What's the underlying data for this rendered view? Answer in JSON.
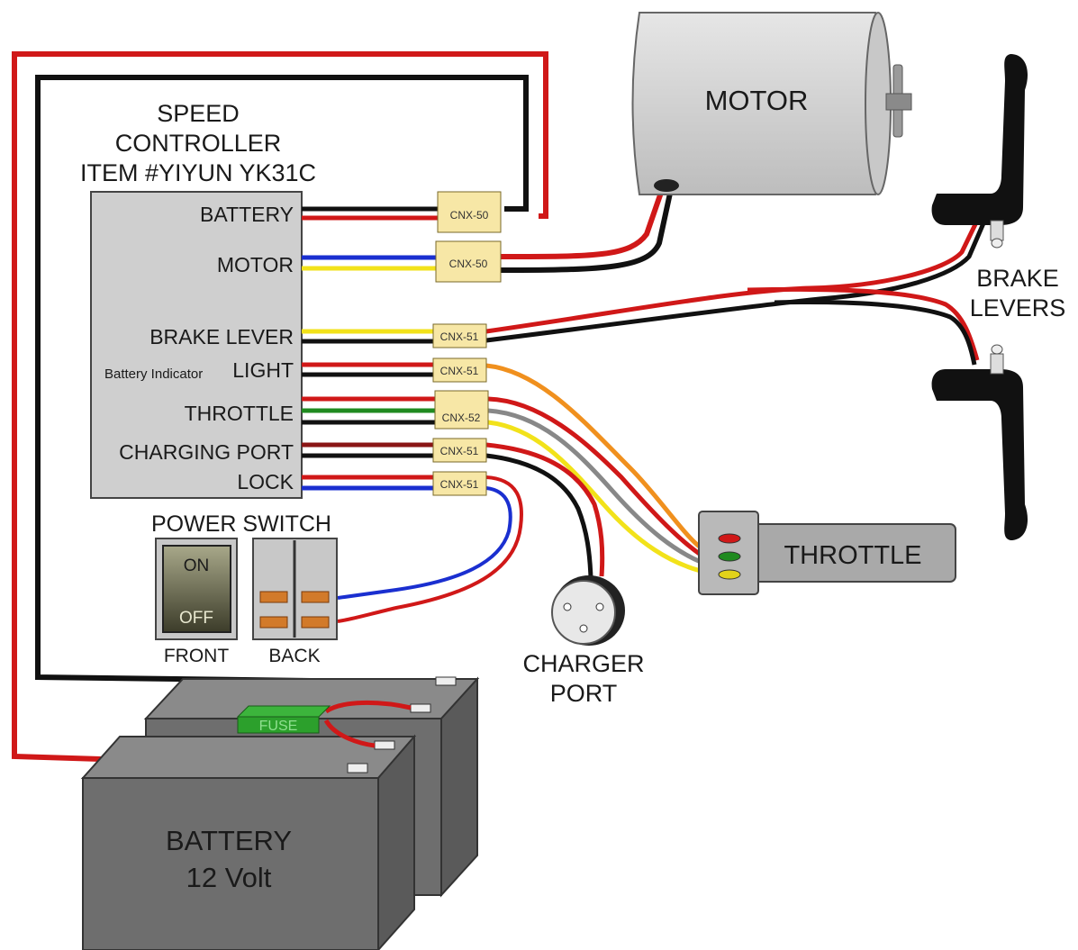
{
  "controller": {
    "title_line1": "SPEED",
    "title_line2": "CONTROLLER",
    "title_line3": "ITEM #YIYUN YK31C",
    "labels": {
      "battery": "BATTERY",
      "motor": "MOTOR",
      "brake_lever": "BRAKE LEVER",
      "battery_indicator": "Battery Indicator",
      "light": "LIGHT",
      "throttle": "THROTTLE",
      "charging_port": "CHARGING PORT",
      "lock": "LOCK"
    }
  },
  "connectors": {
    "battery": "CNX-50",
    "motor": "CNX-50",
    "brake_lever": "CNX-51",
    "light": "CNX-51",
    "throttle": "CNX-52",
    "charging_port": "CNX-51",
    "lock": "CNX-51"
  },
  "motor": {
    "label": "MOTOR"
  },
  "brake_levers": {
    "label_line1": "BRAKE",
    "label_line2": "LEVERS"
  },
  "throttle": {
    "label": "THROTTLE"
  },
  "charger_port": {
    "label_line1": "CHARGER",
    "label_line2": "PORT"
  },
  "power_switch": {
    "title": "POWER SWITCH",
    "on": "ON",
    "off": "OFF",
    "front": "FRONT",
    "back": "BACK"
  },
  "battery": {
    "label_line1": "BATTERY",
    "label_line2": "12 Volt"
  },
  "fuse": {
    "label": "FUSE"
  },
  "colors": {
    "red_wire": "#d01818",
    "black_wire": "#111111",
    "blue_wire": "#1a2fd0",
    "yellow_wire": "#f2e21a",
    "green_wire": "#1f8a1f",
    "orange_wire": "#f0901e",
    "gray_wire": "#888888",
    "connector_fill": "#f7e7a6",
    "component_gray": "#cfcfcf",
    "fuse_green": "#2ca02c"
  }
}
